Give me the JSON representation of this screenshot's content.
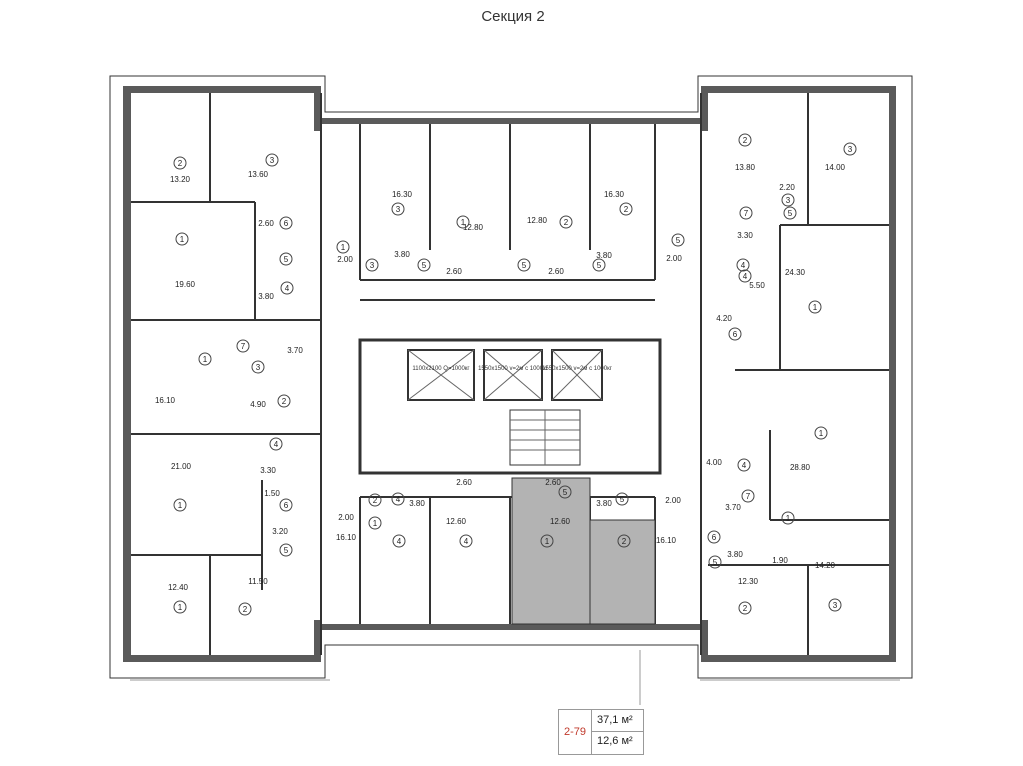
{
  "title": "Секция 2",
  "legend": {
    "unit": "2-79",
    "total_area": "37,1 м²",
    "room_area": "12,6 м²"
  },
  "colors": {
    "wall": "#555555",
    "highlight": "#b3b3b3",
    "line": "#333333"
  },
  "area_labels": [
    "13.20",
    "13.60",
    "19.60",
    "2.60",
    "3.80",
    "16.10",
    "3.70",
    "4.90",
    "21.00",
    "3.30",
    "1.50",
    "3.20",
    "2.00",
    "16.10",
    "12.40",
    "11.50",
    "16.30",
    "12.80",
    "12.80",
    "16.30",
    "2.00",
    "3.80",
    "2.60",
    "2.60",
    "3.80",
    "2.00",
    "13.80",
    "14.00",
    "2.20",
    "3.30",
    "24.30",
    "5.50",
    "4.20",
    "28.80",
    "4.00",
    "3.70",
    "3.80",
    "1.90",
    "14.20",
    "12.30",
    "2.60",
    "2.60",
    "3.80",
    "3.80",
    "12.60",
    "12.60",
    "16.10",
    "2.00"
  ],
  "room_numbers": [
    "2",
    "3",
    "1",
    "6",
    "5",
    "4",
    "1",
    "3",
    "2",
    "7",
    "4",
    "1",
    "6",
    "5",
    "1",
    "2",
    "3",
    "1",
    "2",
    "2",
    "1",
    "3",
    "5",
    "5",
    "5",
    "5",
    "4",
    "3",
    "2",
    "3",
    "7",
    "5",
    "1",
    "4",
    "6",
    "1",
    "4",
    "1",
    "7",
    "6",
    "5",
    "3",
    "2",
    "4",
    "5",
    "5",
    "4",
    "4",
    "1",
    "2",
    "2",
    "1"
  ],
  "elevators": [
    "1100х2100 Q=1000кг",
    "1550х1500 v=2м с 1000кг",
    "1550х1500 v=2м с 1000кг"
  ]
}
